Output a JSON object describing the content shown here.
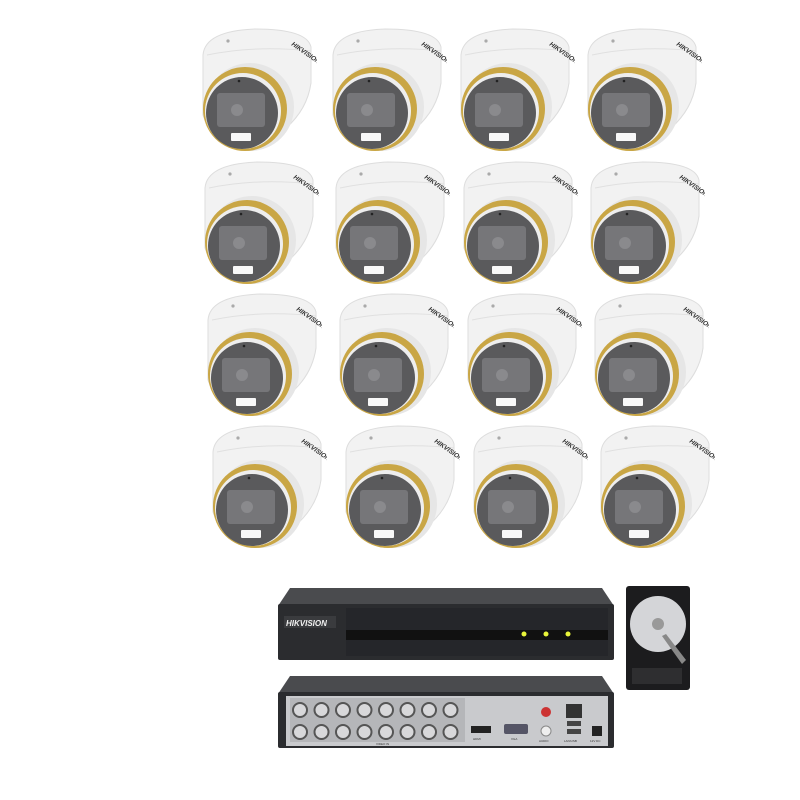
{
  "product": {
    "brand_logo": "HIKVISION",
    "camera_count": 16,
    "camera_brand_text": "HIKVISION",
    "colors": {
      "dome_body": "#f2f2f2",
      "gold_ring": "#c9a645",
      "lens_face": "#5a5a5c",
      "dvr_body": "#2a2b2d",
      "led": "#e9f53a"
    },
    "dvr_rear_labels": {
      "video_in": "VIDEO IN",
      "hdmi": "HDMI",
      "vga": "VGA",
      "audio": "AUDIO",
      "lan_usb": "LAN/USB",
      "power": "12V DC"
    }
  }
}
